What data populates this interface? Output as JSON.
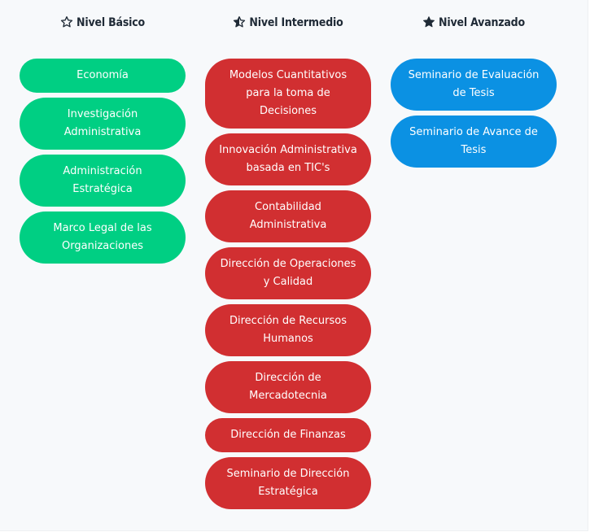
{
  "colors": {
    "basic": "#00cf83",
    "intermediate": "#d12f31",
    "advanced": "#0b91e3"
  },
  "columns": [
    {
      "title": "Nivel Básico",
      "icon": "star-outline-icon",
      "items": [
        "Economía",
        "Investigación Administrativa",
        "Administración Estratégica",
        "Marco Legal de las Organizaciones"
      ]
    },
    {
      "title": "Nivel Intermedio",
      "icon": "star-half-icon",
      "items": [
        "Modelos Cuantitativos para la toma de Decisiones",
        "Innovación Administrativa basada en TIC's",
        "Contabilidad Administrativa",
        "Dirección de Operaciones y Calidad",
        "Dirección de Recursos Humanos",
        "Dirección de Mercadotecnia",
        "Dirección de Finanzas",
        "Seminario de Dirección Estratégica"
      ]
    },
    {
      "title": "Nivel Avanzado",
      "icon": "star-filled-icon",
      "items": [
        "Seminario de Evaluación de Tesis",
        "Seminario de Avance de Tesis"
      ]
    }
  ]
}
